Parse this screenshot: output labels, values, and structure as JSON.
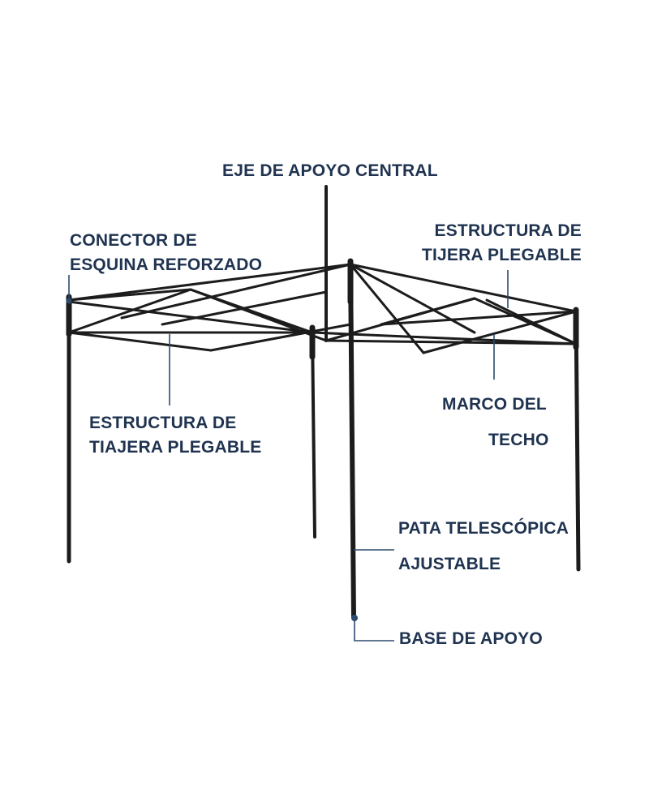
{
  "colors": {
    "frame": "#1c1c1c",
    "leader": "#2c4a6e",
    "label_text": "#1f3350",
    "background": "#ffffff"
  },
  "labels": {
    "center_pole": "EJE DE APOYO CENTRAL",
    "corner_line1": "CONECTOR DE",
    "corner_line2": "ESQUINA REFORZADO",
    "scissor_right_line1": "ESTRUCTURA DE",
    "scissor_right_line2": "TIJERA PLEGABLE",
    "scissor_left_line1": "ESTRUCTURA DE",
    "scissor_left_line2": "TIAJERA PLEGABLE",
    "roof_frame_line1": "MARCO DEL",
    "roof_frame_line2": "TECHO",
    "leg_line1": "PATA TELESCÓPICA",
    "leg_line2": "AJUSTABLE",
    "base": "BASE DE APOYO"
  }
}
